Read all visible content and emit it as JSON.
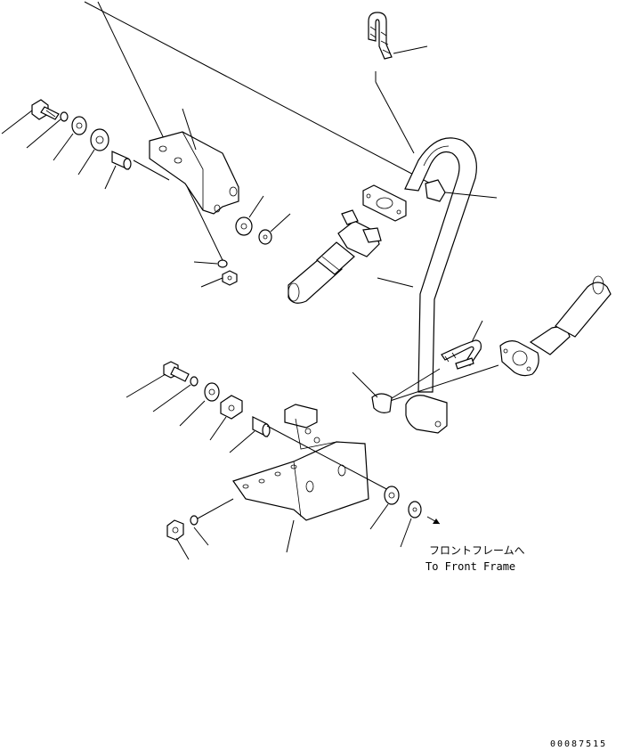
{
  "annotation": {
    "jp": "フロントフレームへ",
    "en": "To Front Frame"
  },
  "drawing_number": "00087515"
}
